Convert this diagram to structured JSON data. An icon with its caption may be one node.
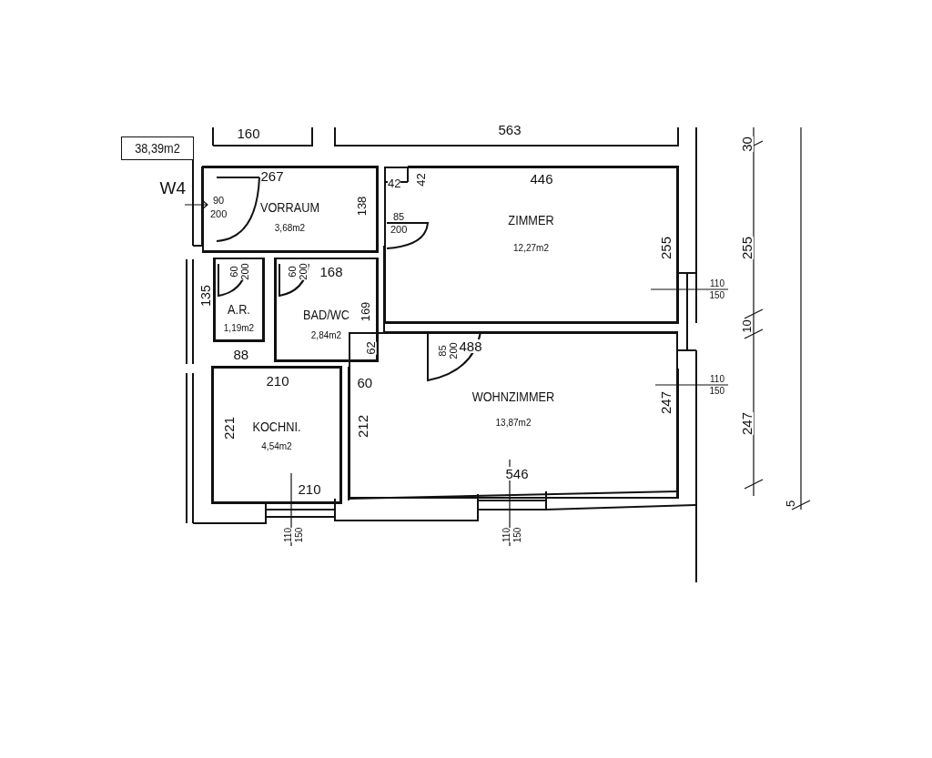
{
  "diagram": {
    "nodes": [
      {
        "text": [
          "38,39m2"
        ]
      },
      {
        "text": [
          "VORRAUM",
          "3,68m2"
        ]
      },
      {
        "text": [
          "ZIMMER",
          "12,27m2"
        ]
      },
      {
        "text": [
          "A.R.",
          "1,19m2"
        ]
      },
      {
        "text": [
          "BAD/WC",
          "2,84m2"
        ]
      },
      {
        "text": [
          "KOCHNI.",
          "4,54m2"
        ]
      },
      {
        "text": [
          "WOHNZIMMER",
          "13,87m2"
        ]
      }
    ],
    "labels": [
      "160",
      "563",
      "30",
      "267",
      "42",
      "42",
      "446",
      "W4",
      "90",
      "200",
      "138",
      "85",
      "200",
      "255",
      "255",
      "60",
      "200",
      "60",
      "200",
      "168",
      "135",
      "110",
      "150",
      "169",
      "10",
      "62",
      "85",
      "200",
      "488",
      "88",
      "210",
      "60",
      "110",
      "150",
      "221",
      "212",
      "247",
      "247",
      "546",
      "210",
      "110",
      "150",
      "110",
      "150",
      "5"
    ]
  }
}
